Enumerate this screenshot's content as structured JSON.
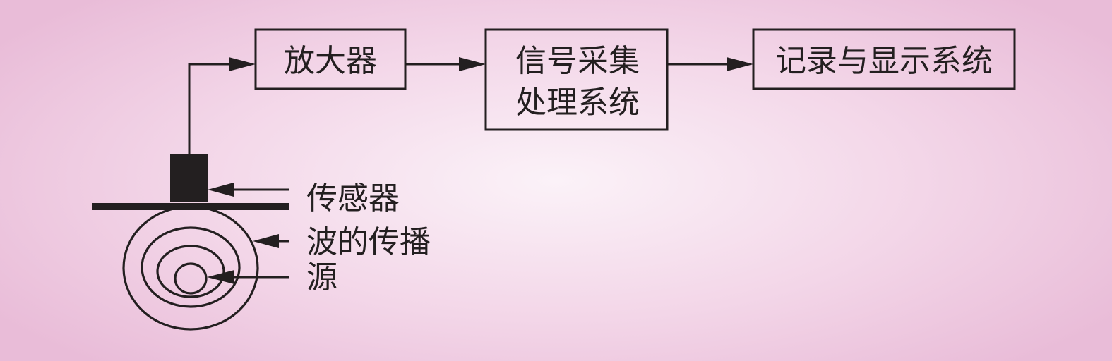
{
  "colors": {
    "ink": "#231f20",
    "background_center": "#fbf2f8",
    "background_edge": "#e9bcd8"
  },
  "blocks": {
    "amplifier": "放大器",
    "signal_line1": "信号采集",
    "signal_line2": "处理系统",
    "record_display": "记录与显示系统"
  },
  "callouts": {
    "sensor": "传感器",
    "wave": "波的传播",
    "source": "源"
  }
}
